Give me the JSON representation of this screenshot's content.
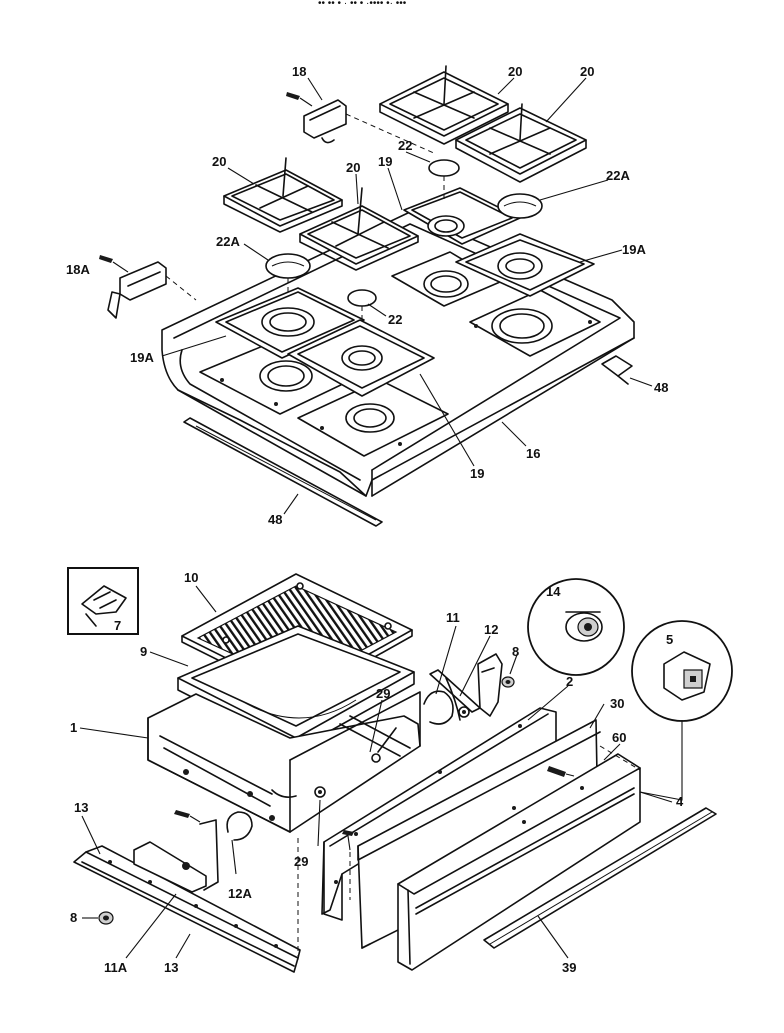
{
  "header_fragment": "•• •• •   ·    •• • ·•••• •· •••",
  "labels": {
    "l18": "18",
    "l20a": "20",
    "l20b": "20",
    "l22a": "22",
    "l22Aa": "22A",
    "l20c": "20",
    "l20d": "20",
    "l19a": "19",
    "l22Ab": "22A",
    "l19Aa": "19A",
    "l18A": "18A",
    "l22b": "22",
    "l19Ab": "19A",
    "l48a": "48",
    "l16": "16",
    "l19b": "19",
    "l48b": "48",
    "l10": "10",
    "l7": "7",
    "l9": "9",
    "l1": "1",
    "l11": "11",
    "l12": "12",
    "l8a": "8",
    "l14": "14",
    "l2": "2",
    "l5": "5",
    "l30": "30",
    "l60": "60",
    "l29a": "29",
    "l29b": "29",
    "l4": "4",
    "l13a": "13",
    "l12A": "12A",
    "l8b": "8",
    "l11A": "11A",
    "l13b": "13",
    "l39": "39"
  }
}
